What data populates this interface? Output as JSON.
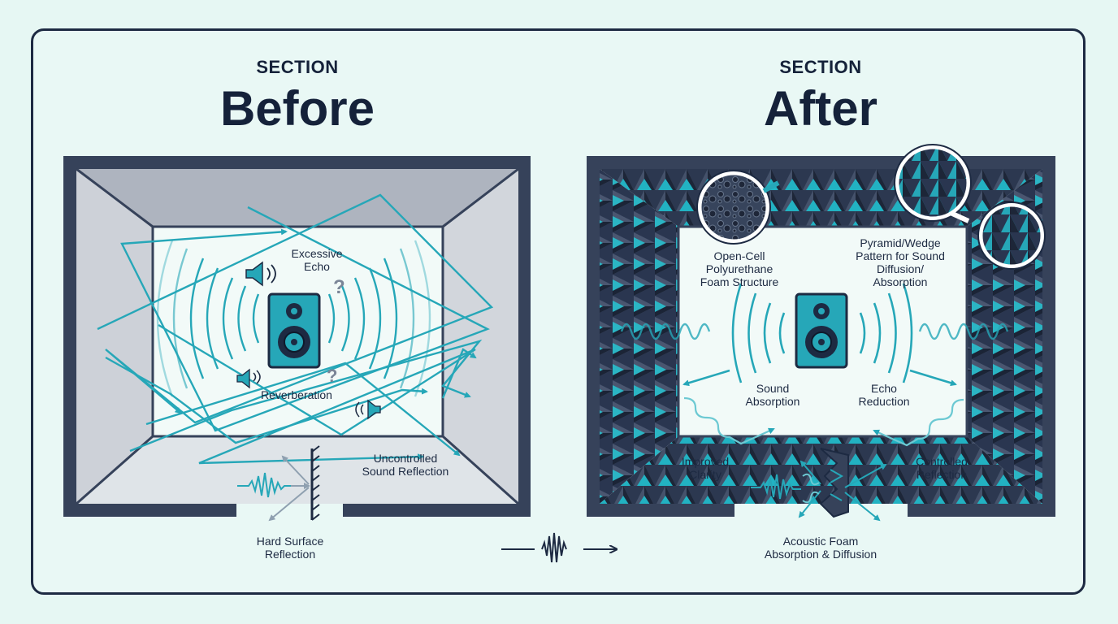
{
  "before": {
    "kicker": "SECTION",
    "title": "Before",
    "labels": {
      "excessive_echo": "Excessive\nEcho",
      "reverberation": "Reverberation",
      "uncontrolled": "Uncontrolled\nSound Reflection",
      "hard_surface": "Hard Surface\nReflection"
    }
  },
  "after": {
    "kicker": "SECTION",
    "title": "After",
    "labels": {
      "open_cell": "Open-Cell\nPolyurethane\nFoam Structure",
      "pyramid": "Pyramid/Wedge\nPattern for Sound\nDiffusion/\nAbsorption",
      "sound_absorption": "Sound\nAbsorption",
      "echo_reduction": "Echo\nReduction",
      "improved_clarity": "Improved\nClarity",
      "controlled_reflection": "Controlled\nReflection",
      "acoustic_foam": "Acoustic Foam\nAbsorption & Diffusion"
    }
  },
  "colors": {
    "accent": "#26a7b8",
    "dark": "#1d2a42",
    "wall_gray": "#c7cbd3",
    "background": "#e6f7f3"
  },
  "icons": [
    "speaker-icon",
    "waveform-icon",
    "arrow-right-icon",
    "question-icon",
    "magnifier-icon"
  ]
}
